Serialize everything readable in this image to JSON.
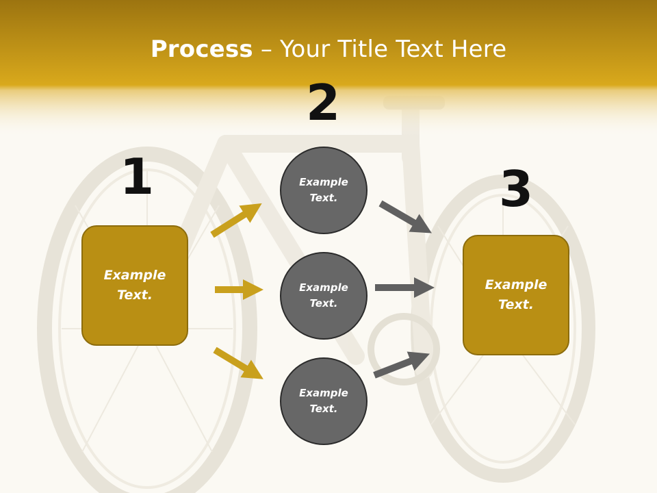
{
  "slide": {
    "title_bold": "Process",
    "title_rest": " – Your Title Text Here",
    "numbers": [
      "1",
      "2",
      "3"
    ],
    "left_box": "Example\nText.",
    "right_box": "Example\nText.",
    "circles": [
      "Example\nText.",
      "Example\nText.",
      "Example\nText."
    ],
    "colors": {
      "header": "#d4a520",
      "box": "#b98f14",
      "circle": "#676767",
      "gold_arrow": "#c9a01d",
      "gray_arrow": "#606060"
    },
    "background": "bicycle-photo"
  }
}
